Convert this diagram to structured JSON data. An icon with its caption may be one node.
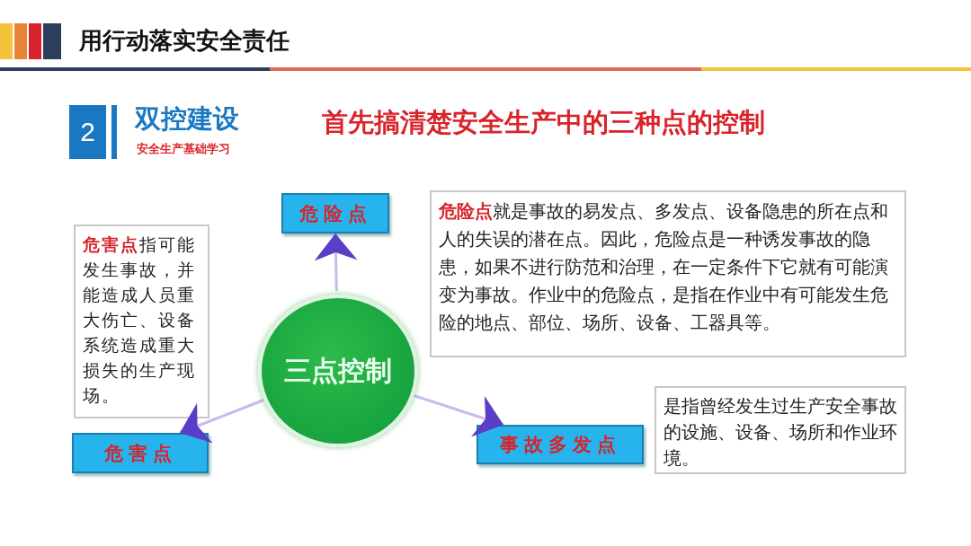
{
  "diagram": {
    "title": "用行动落实安全责任",
    "nodes": [
      {
        "text": [
          "三点控制"
        ]
      },
      {
        "text": [
          "危险点"
        ]
      },
      {
        "text": [
          "危害点"
        ]
      },
      {
        "text": [
          "事故多发点"
        ]
      },
      {
        "text": [
          "**危险点**就是事故的易发点、多发点、设备隐患的所在点和人的失误的潜在点。因此，危险点是一种诱发事故的隐患，如果不进行防范和治理，在一定条件下它就有可能演变为事故。作业中的危险点，是指在作业中有可能发生危险的地点、部位、场所、设备、工器具等。"
        ]
      },
      {
        "text": [
          "**危害点**指可能发生事故，并能造成人员重大伤亡、设备系统造成重大损失的生产现场。"
        ]
      },
      {
        "text": [
          "是指曾经发生过生产安全事故的设施、设备、场所和作业环境。"
        ]
      }
    ],
    "edges": [
      {
        "from": 0,
        "to": 1,
        "arrow": "to"
      },
      {
        "from": 0,
        "to": 2,
        "arrow": "to"
      },
      {
        "from": 0,
        "to": 3,
        "arrow": "to"
      }
    ],
    "labels": [
      "2",
      "双控建设",
      "安全生产基础学习",
      "首先搞清楚安全生产中的三种点的控制"
    ]
  }
}
